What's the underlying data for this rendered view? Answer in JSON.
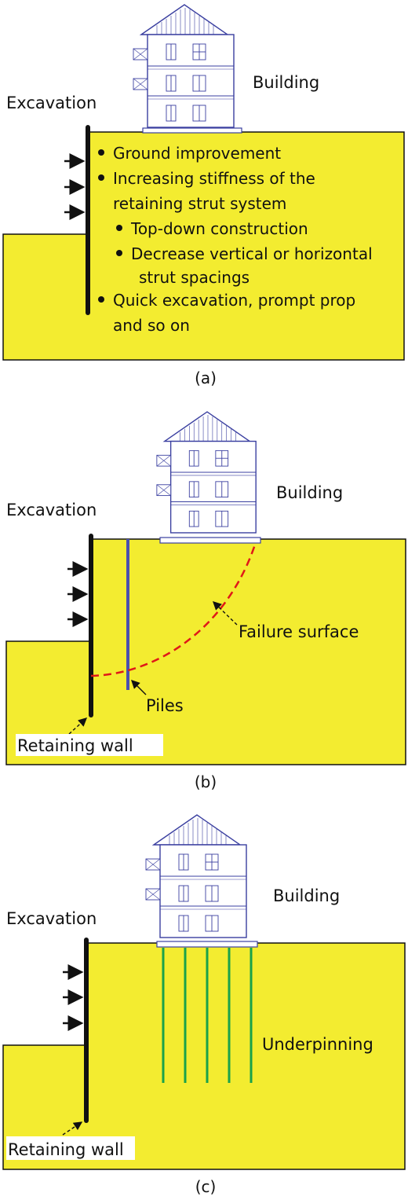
{
  "panels": [
    {
      "id": "a",
      "excavation_label": "Excavation",
      "building_label": "Building",
      "caption": "(a)",
      "bullets": [
        {
          "level": 1,
          "lines": [
            "Ground improvement"
          ]
        },
        {
          "level": 1,
          "lines": [
            "Increasing stiffness of the",
            "retaining strut system"
          ]
        },
        {
          "level": 2,
          "lines": [
            "Top-down construction"
          ]
        },
        {
          "level": 2,
          "lines": [
            "Decrease vertical or horizontal",
            "strut spacings"
          ]
        },
        {
          "level": 1,
          "lines": [
            "Quick excavation, prompt prop",
            "and so on"
          ]
        }
      ]
    },
    {
      "id": "b",
      "excavation_label": "Excavation",
      "building_label": "Building",
      "failure_label": "Failure surface",
      "piles_label": "Piles",
      "wall_label": "Retaining wall",
      "caption": "(b)"
    },
    {
      "id": "c",
      "excavation_label": "Excavation",
      "building_label": "Building",
      "underpinning_label": "Underpinning",
      "wall_label": "Retaining wall",
      "caption": "(c)"
    }
  ],
  "colors": {
    "soil": "#f3ec30",
    "wall": "#111111",
    "building": "#3a3fa0",
    "failure_surface": "#e01818",
    "piles": "#4a4fb0",
    "underpinning": "#1aa24a"
  }
}
